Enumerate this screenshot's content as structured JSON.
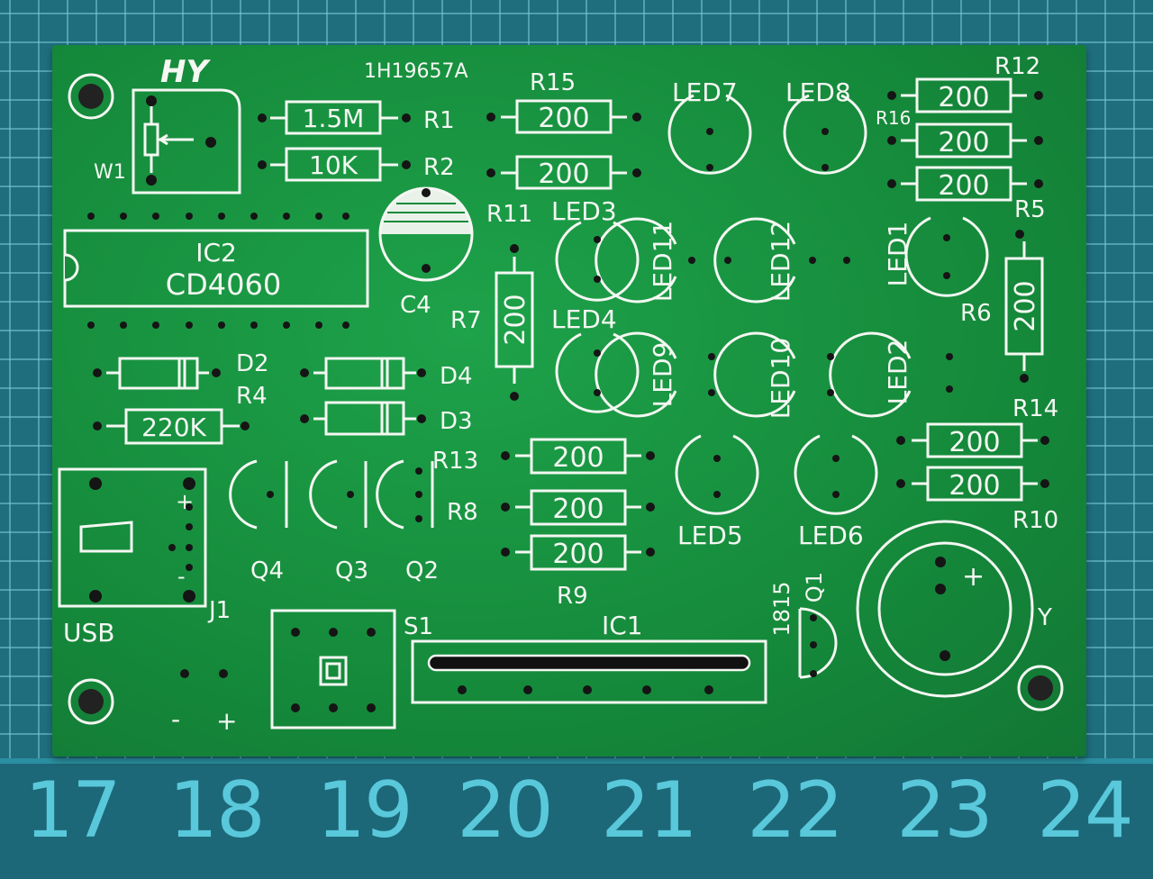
{
  "board": {
    "logo": "HY",
    "code": "1H19657A",
    "resistors": {
      "r1": "1.5M",
      "r2": "10K",
      "r15": "200",
      "r11": "200",
      "r7": "200",
      "r4": "220K",
      "r13": "200",
      "r8": "200",
      "r9": "200",
      "r12": "200",
      "r16": "200",
      "r5": "200",
      "r6": "200",
      "r14": "200",
      "r10": "200"
    },
    "ic2": {
      "name": "IC2",
      "part": "CD4060"
    },
    "labels": {
      "W1": "W1",
      "R1": "R1",
      "R2": "R2",
      "R15": "R15",
      "R11": "R11",
      "R7": "R7",
      "C4": "C4",
      "D2": "D2",
      "R4": "R4",
      "D4": "D4",
      "D3": "D3",
      "R13": "R13",
      "R8": "R8",
      "R9": "R9",
      "R12": "R12",
      "R16": "R16",
      "R5": "R5",
      "R6": "R6",
      "R14": "R14",
      "R10": "R10",
      "LED1": "LED1",
      "LED2": "LED2",
      "LED3": "LED3",
      "LED4": "LED4",
      "LED5": "LED5",
      "LED6": "LED6",
      "LED7": "LED7",
      "LED8": "LED8",
      "LED9": "LED9",
      "LED10": "LED10",
      "LED11": "LED11",
      "LED12": "LED12",
      "Q1": "Q1",
      "Q2": "Q2",
      "Q3": "Q3",
      "Q4": "Q4",
      "q1_part": "1815",
      "J1": "J1",
      "USB": "USB",
      "S1": "S1",
      "IC1": "IC1",
      "Y": "Y",
      "plus": "+",
      "minus": "-"
    }
  },
  "ruler": [
    "17",
    "18",
    "19",
    "20",
    "21",
    "22",
    "23",
    "24"
  ],
  "colors": {
    "board": "#178a3c",
    "silk": "#f4f7f2",
    "mat": "#1f6e7e",
    "ruler": "#59c8da"
  }
}
